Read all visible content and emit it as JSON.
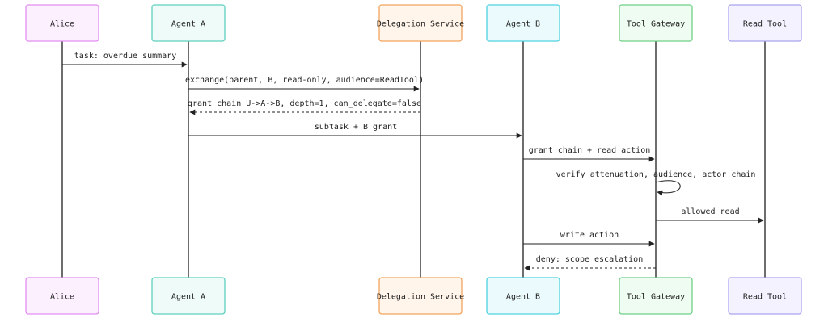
{
  "actors": [
    {
      "id": "alice",
      "label": "Alice",
      "fill": "#fdf0fe",
      "stroke": "#e28ef0"
    },
    {
      "id": "agent-a",
      "label": "Agent A",
      "fill": "#eefbf8",
      "stroke": "#5fd0be"
    },
    {
      "id": "delegation-service",
      "label": "Delegation Service",
      "fill": "#fff5ea",
      "stroke": "#f2a45e"
    },
    {
      "id": "agent-b",
      "label": "Agent B",
      "fill": "#ebfbfd",
      "stroke": "#4fd2df"
    },
    {
      "id": "tool-gateway",
      "label": "Tool Gateway",
      "fill": "#effcf2",
      "stroke": "#6ecf86"
    },
    {
      "id": "read-tool",
      "label": "Read Tool",
      "fill": "#f3f2fe",
      "stroke": "#a9a4ee"
    }
  ],
  "messages": [
    {
      "from": "alice",
      "to": "agent-a",
      "label": "task: overdue summary",
      "style": "solid"
    },
    {
      "from": "agent-a",
      "to": "delegation-service",
      "label": "exchange(parent, B, read-only, audience=ReadTool)",
      "style": "solid"
    },
    {
      "from": "delegation-service",
      "to": "agent-a",
      "label": "grant chain U->A->B, depth=1, can_delegate=false",
      "style": "dashed"
    },
    {
      "from": "agent-a",
      "to": "agent-b",
      "label": "subtask + B grant",
      "style": "solid"
    },
    {
      "from": "agent-b",
      "to": "tool-gateway",
      "label": "grant chain + read action",
      "style": "solid"
    },
    {
      "from": "tool-gateway",
      "to": "tool-gateway",
      "label": "verify attenuation, audience, actor chain",
      "style": "solid"
    },
    {
      "from": "tool-gateway",
      "to": "read-tool",
      "label": "allowed read",
      "style": "solid"
    },
    {
      "from": "agent-b",
      "to": "tool-gateway",
      "label": "write action",
      "style": "solid"
    },
    {
      "from": "tool-gateway",
      "to": "agent-b",
      "label": "deny: scope escalation",
      "style": "dashed"
    }
  ]
}
